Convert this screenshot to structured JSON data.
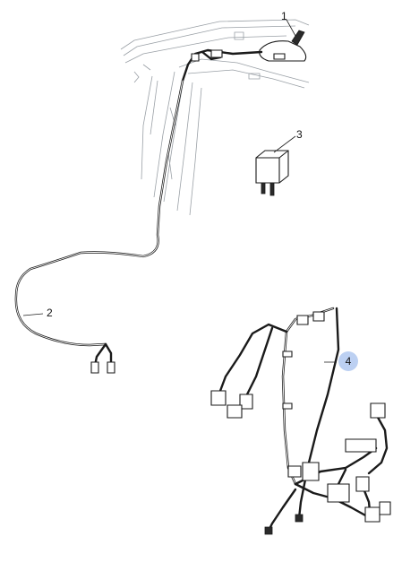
{
  "diagram": {
    "callouts": [
      {
        "id": "c1",
        "label": "1"
      },
      {
        "id": "c2",
        "label": "2"
      },
      {
        "id": "c3",
        "label": "3"
      },
      {
        "id": "c4",
        "label": "4",
        "highlighted": true
      }
    ],
    "colors": {
      "line_art": "#1a1a1a",
      "body_outline": "#9aa0a6",
      "highlight": "#bcd0f2"
    }
  }
}
